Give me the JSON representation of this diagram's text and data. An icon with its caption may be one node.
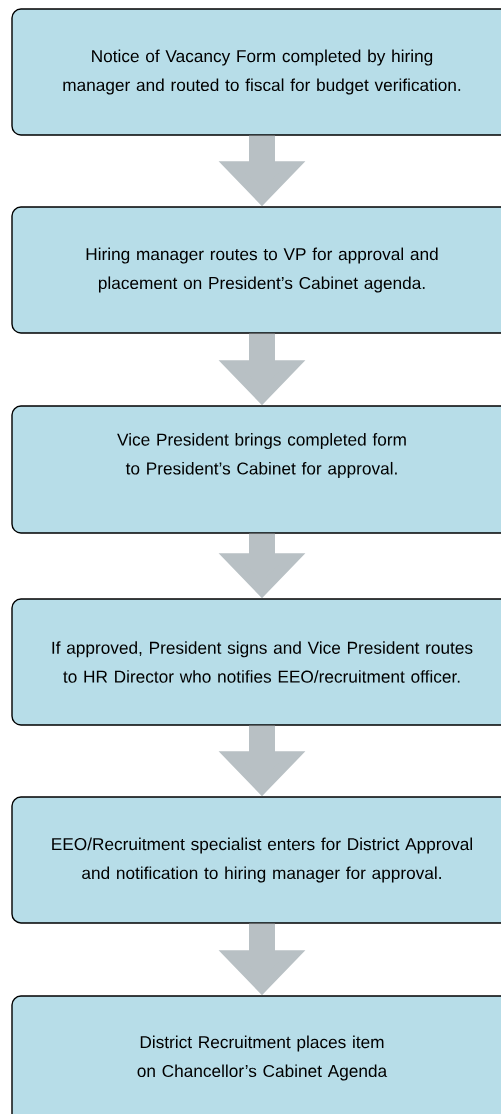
{
  "diagram": {
    "nodes": [
      {
        "text": [
          "Notice of Vacancy Form completed by hiring manager and routed to fiscal for budget verification."
        ]
      },
      {
        "text": [
          "Hiring manager routes to VP for approval and placement on President’s Cabinet agenda."
        ]
      },
      {
        "text": [
          "Vice President brings completed form to President’s Cabinet for approval."
        ]
      },
      {
        "text": [
          "If approved, President signs and Vice President routes to HR Director who notifies EEO/recruitment officer."
        ]
      },
      {
        "text": [
          "EEO/Recruitment specialist enters for District Approval and notification to hiring manager for approval."
        ]
      },
      {
        "text": [
          "District Recruitment places item on Chancellor’s Cabinet Agenda"
        ]
      }
    ],
    "edges": [
      {
        "from": 0,
        "to": 1,
        "arrow": "to"
      },
      {
        "from": 1,
        "to": 2,
        "arrow": "to"
      },
      {
        "from": 2,
        "to": 3,
        "arrow": "to"
      },
      {
        "from": 3,
        "to": 4,
        "arrow": "to"
      },
      {
        "from": 4,
        "to": 5,
        "arrow": "to"
      }
    ]
  }
}
